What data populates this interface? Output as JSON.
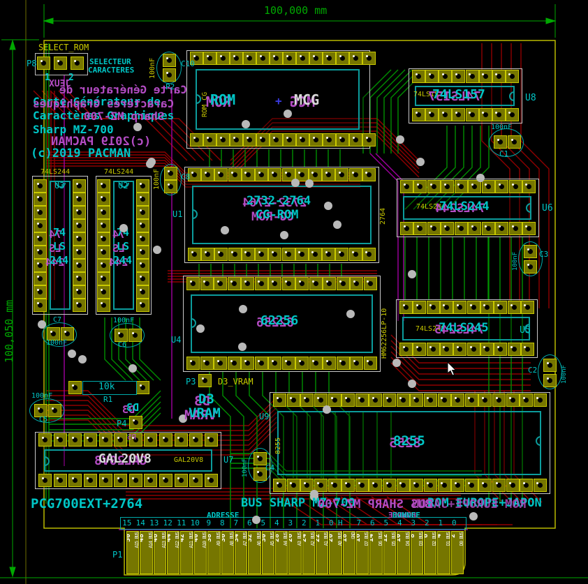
{
  "dimensions": {
    "top": "100,000 mm",
    "left": "100,050 mm"
  },
  "title_block": {
    "front": [
      "Carte Générateur de",
      "Caractères Graphiques",
      "Sharp MZ-700",
      "(c)2019 PACMAN"
    ],
    "back": [
      "Carte Générateur de",
      "Caractères Graphiques",
      "Sharp MZ-700",
      "(c)2019 PACMAN"
    ]
  },
  "select_rom": {
    "silk": "SELECT_ROM",
    "ref": "P8",
    "pin1": "1",
    "pin2": "2",
    "note1": "SELECTEUR",
    "note2": "CARACTERES",
    "back_label": "JEUX"
  },
  "ics": {
    "rom_mcg": {
      "label_rom": "ROM",
      "label_plus": "+",
      "label_mcg": "MCG",
      "side": "ROM CG"
    },
    "u8": {
      "ref": "U8",
      "value": "74LS157"
    },
    "u1": {
      "ref": "U1",
      "value1": "2732-2764",
      "value2": "CG-ROM",
      "side": "2764"
    },
    "u3": {
      "ref": "U3",
      "small": "74LS244",
      "stack1": "74",
      "stack2": "LS",
      "stack3": "244"
    },
    "u2": {
      "ref": "U2",
      "small": "74LS244",
      "stack1": "74",
      "stack2": "LS",
      "stack3": "244"
    },
    "u4": {
      "ref": "U4",
      "value": "62256",
      "side": "HM62256LP-10"
    },
    "u6": {
      "ref": "U6",
      "value": "74LS244"
    },
    "u5": {
      "ref": "U5",
      "value": "74LS245"
    },
    "u7": {
      "ref": "U7",
      "value": "GAL20V8",
      "back_ref": "P5"
    },
    "u9": {
      "ref": "U9",
      "value": "8255",
      "side": "8255"
    }
  },
  "caps": {
    "c10": {
      "ref": "C10",
      "value": "100nF"
    },
    "c1": {
      "ref": "C1",
      "value": "100nF"
    },
    "c8": {
      "ref": "C8",
      "value": "100nF"
    },
    "c7": {
      "ref": "C7",
      "value": "100nF"
    },
    "c6": {
      "ref": "C6",
      "value": "100nF"
    },
    "c5": {
      "ref": "C5",
      "value": "100nF"
    },
    "c3": {
      "ref": "C3",
      "value": "100nF"
    },
    "c2": {
      "ref": "C2",
      "value": "100nF"
    },
    "c4": {
      "ref": "C4",
      "value": "100nF"
    }
  },
  "resistor": {
    "ref": "R1",
    "value": "10k"
  },
  "p2": {
    "ref": "P2"
  },
  "p3": {
    "ref": "P3",
    "net": "D3_VRAM",
    "big1": "D3",
    "big2": "VRAM"
  },
  "p4": {
    "ref": "P4",
    "back_label": "D3"
  },
  "bottom": {
    "pcg": "PCG700EXT+2764",
    "bus": "BUS SHARP MZ-700",
    "rom_region": "ROM EUROPE+JAPON",
    "adresse": "ADRESSE",
    "donnee": "DONNEE",
    "h": "H",
    "address_bits": [
      "15",
      "14",
      "13",
      "12",
      "11",
      "10",
      "9",
      "8",
      "7",
      "6",
      "5",
      "4",
      "3",
      "2",
      "1",
      "0"
    ],
    "data_bits": [
      "7",
      "6",
      "5",
      "4",
      "3",
      "2",
      "1",
      "0"
    ]
  },
  "connector": {
    "ref": "P1",
    "pads": [
      {
        "num": "50",
        "net": "A15_BUS"
      },
      {
        "num": "48",
        "net": "A14_BUS"
      },
      {
        "num": "46",
        "net": "A13_BUS"
      },
      {
        "num": "44",
        "net": "A12_BUS"
      },
      {
        "num": "42",
        "net": "A11_BUS"
      },
      {
        "num": "40",
        "net": "A10_BUS"
      },
      {
        "num": "38",
        "net": "A9_BUS"
      },
      {
        "num": "36",
        "net": "A8_BUS"
      },
      {
        "num": "34",
        "net": "A7_BUS"
      },
      {
        "num": "32",
        "net": "A6_BUS"
      },
      {
        "num": "30",
        "net": "A5_BUS"
      },
      {
        "num": "28",
        "net": "A4_BUS"
      },
      {
        "num": "26",
        "net": "A3_BUS"
      },
      {
        "num": "24",
        "net": "A2_BUS"
      },
      {
        "num": "22",
        "net": "A1_BUS"
      },
      {
        "num": "20",
        "net": "A0_BUS"
      },
      {
        "num": "18",
        "net": "GND"
      },
      {
        "num": "16",
        "net": "D7_BUS"
      },
      {
        "num": "14",
        "net": "D6_BUS"
      },
      {
        "num": "12",
        "net": "D5_BUS"
      },
      {
        "num": "10",
        "net": "D4_BUS"
      },
      {
        "num": "8",
        "net": "D3_BUS"
      },
      {
        "num": "6",
        "net": "D2_BUS"
      },
      {
        "num": "4",
        "net": "D1_BUS"
      },
      {
        "num": "2",
        "net": "D0_BUS"
      }
    ]
  },
  "colors": {
    "front_copper": "#009000",
    "back_copper": "#8f0000",
    "silk_front": "#00c6c6",
    "silk_back": "#b44cc4",
    "fab": "#c9c900",
    "edge_cuts": "#b9b900",
    "dimension": "#00a800"
  }
}
